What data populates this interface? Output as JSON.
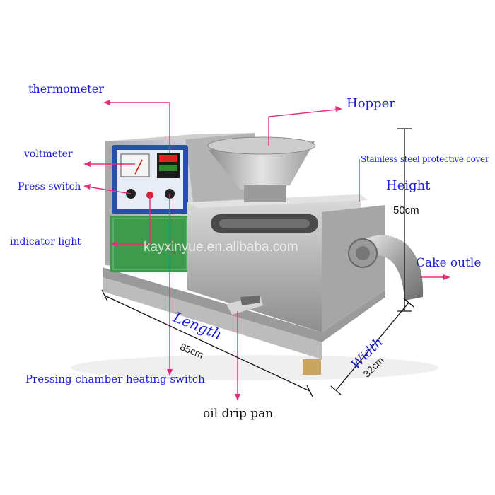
{
  "labels": {
    "thermometer": "thermometer",
    "hopper": "Hopper",
    "voltmeter": "voltmeter",
    "stainless_cover": "Stainless steel protective cover",
    "press_switch": "Press switch",
    "height": "Height",
    "height_value": "50cm",
    "indicator_light": "indicator light",
    "cake_outlet": "Cake outle",
    "length": "Length",
    "length_value": "85cm",
    "width": "Width",
    "width_value": "32cm",
    "heating_switch": "Pressing chamber heating switch",
    "oil_drip_pan": "oil drip pan"
  },
  "watermark": "kayxinyue.en.alibaba.com",
  "colors": {
    "label_text": "#1a1ad8",
    "arrow": "#e0307a",
    "dimension_line": "#111111",
    "steel": "#b9b9b9",
    "panel_green": "#3e9a4c",
    "display_blue": "#2a4fa8"
  }
}
